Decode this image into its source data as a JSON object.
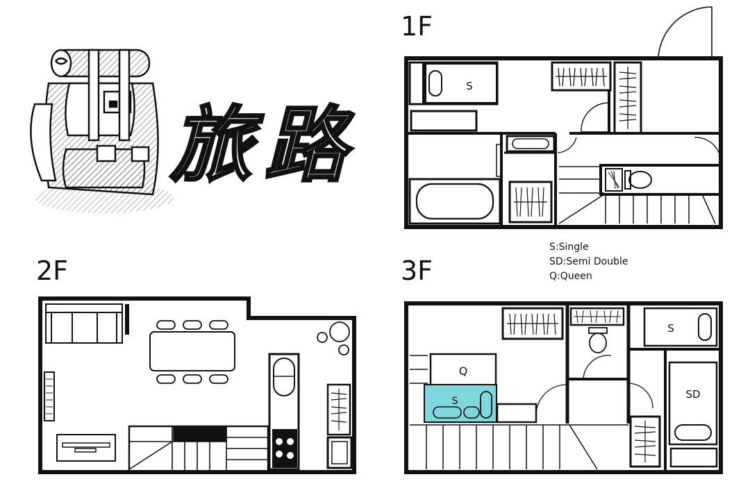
{
  "logo": {
    "text": "旅路",
    "icon": "backpack-icon"
  },
  "floors": [
    {
      "id": "1F",
      "title": "1F"
    },
    {
      "id": "2F",
      "title": "2F"
    },
    {
      "id": "3F",
      "title": "3F"
    }
  ],
  "legend": [
    "S:Single",
    "SD:Semi Double",
    "Q:Queen"
  ],
  "bed_labels": {
    "f1_single": "S",
    "f3_single_top": "S",
    "f3_semi_double": "SD",
    "f3_queen": "Q",
    "f3_single_highlight": "S"
  },
  "colors": {
    "line": "#111111",
    "highlight": "#7fd6dd"
  }
}
